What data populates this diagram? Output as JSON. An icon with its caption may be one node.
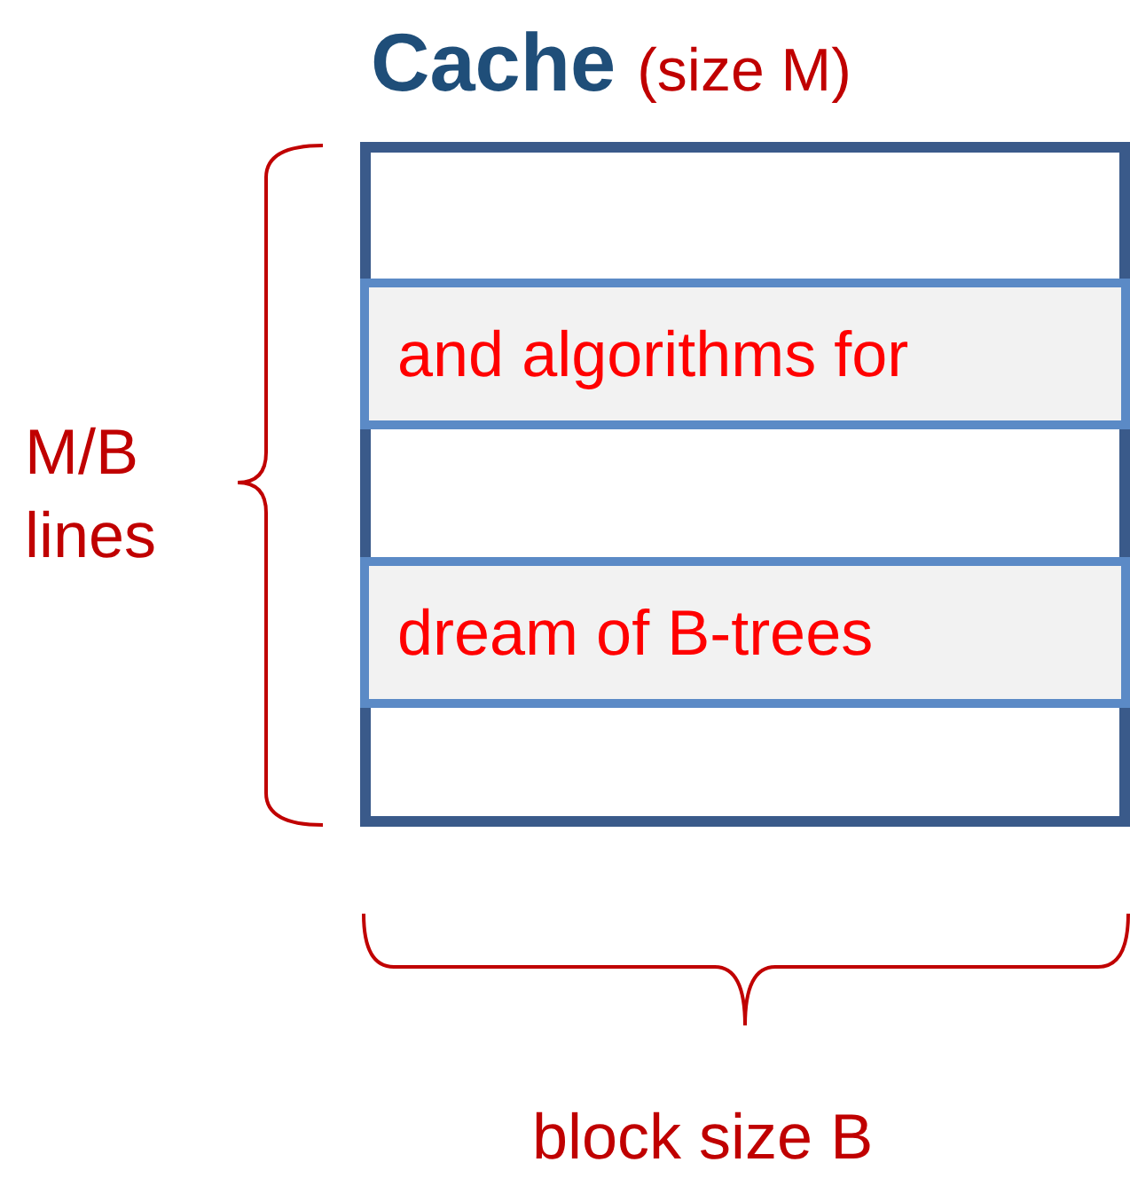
{
  "diagram": {
    "nodes": [
      {
        "text": [
          "Cache",
          "(size M)"
        ]
      },
      {
        "text": [
          "and algorithms for"
        ],
        "in": 0
      },
      {
        "text": [
          "dream of B-trees"
        ],
        "in": 0
      }
    ],
    "labels": [
      "M/B lines",
      "block size B"
    ]
  }
}
